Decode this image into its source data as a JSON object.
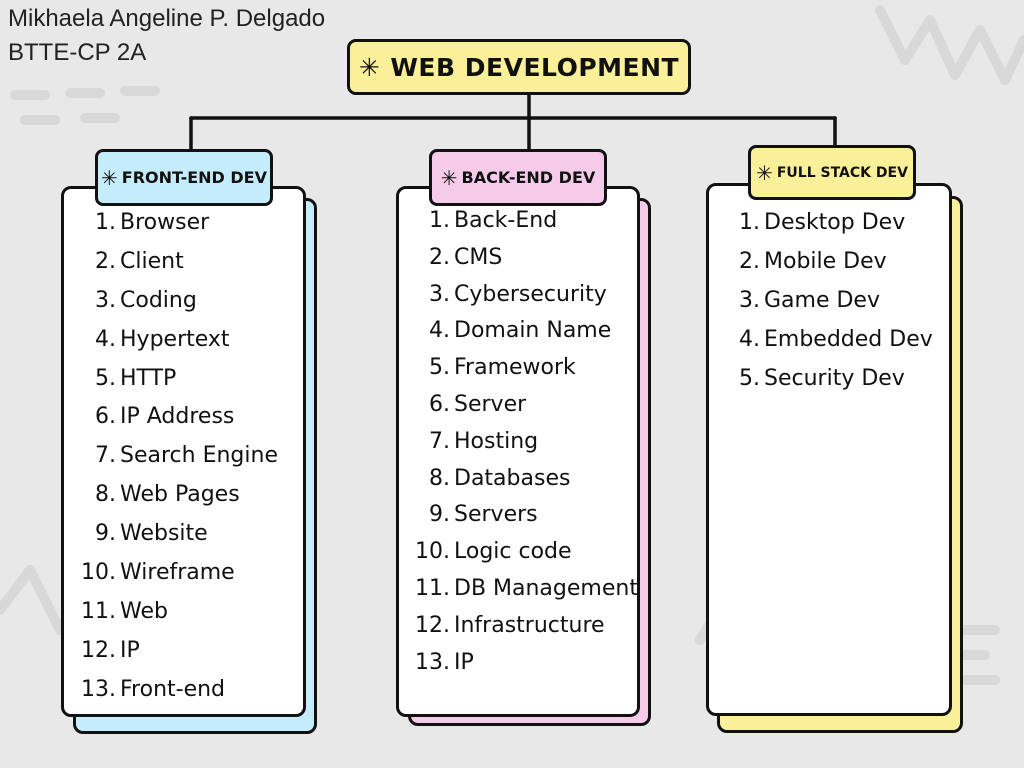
{
  "author": {
    "name": "Mikhaela Angeline P. Delgado",
    "section": "BTTE-CP 2A"
  },
  "root": {
    "label": "WEB DEVELOPMENT",
    "color": "#fbf09a"
  },
  "columns": [
    {
      "title": "FRONT-END DEV",
      "color": "#c5ecfb",
      "items": [
        "Browser",
        "Client",
        "Coding",
        "Hypertext",
        "HTTP",
        "IP Address",
        "Search Engine",
        "Web Pages",
        "Website",
        "Wireframe",
        "Web",
        "IP",
        "Front-end"
      ]
    },
    {
      "title": "BACK-END DEV",
      "color": "#f6cbe9",
      "items": [
        "Back-End",
        "CMS",
        "Cybersecurity",
        "Domain Name",
        "Framework",
        "Server",
        "Hosting",
        "Databases",
        "Servers",
        "Logic code",
        "DB Management",
        "Infrastructure",
        "IP"
      ]
    },
    {
      "title": "FULL STACK DEV",
      "color": "#fbf09a",
      "items": [
        "Desktop Dev",
        "Mobile Dev",
        "Game Dev",
        "Embedded Dev",
        "Security Dev"
      ]
    }
  ]
}
